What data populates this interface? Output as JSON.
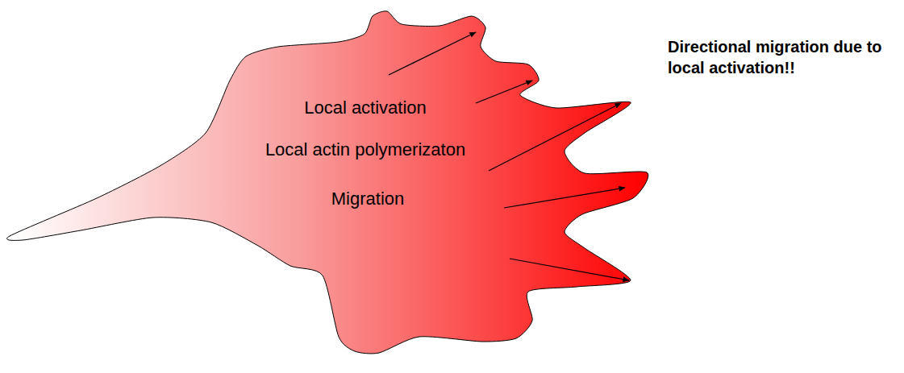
{
  "diagram": {
    "nodes": [
      {
        "text": [
          "Local activation",
          "Local actin polymerizaton",
          "Migration"
        ]
      }
    ],
    "labels": [
      "Directional migration due to local activation!!"
    ]
  }
}
